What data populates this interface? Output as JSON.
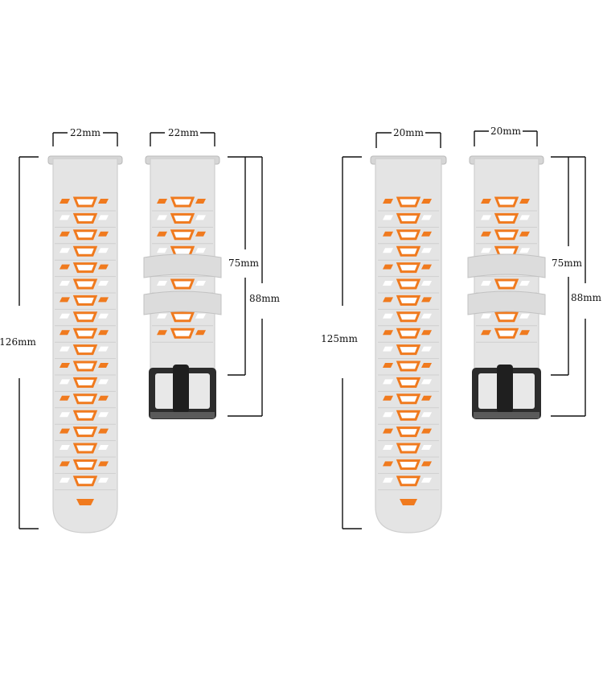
{
  "colors": {
    "band": "#e3e3e3",
    "band_edge": "#c9c9c9",
    "accent": "#f07a1e",
    "buckle": "#2a2a2a",
    "line": "#111111"
  },
  "left_set": {
    "width_long": "22mm",
    "width_short": "22mm",
    "length_long": "126mm",
    "length_short_a": "75mm",
    "length_short_b": "88mm"
  },
  "right_set": {
    "width_long": "20mm",
    "width_short": "20mm",
    "length_long": "125mm",
    "length_short_a": "75mm",
    "length_short_b": "88mm"
  }
}
